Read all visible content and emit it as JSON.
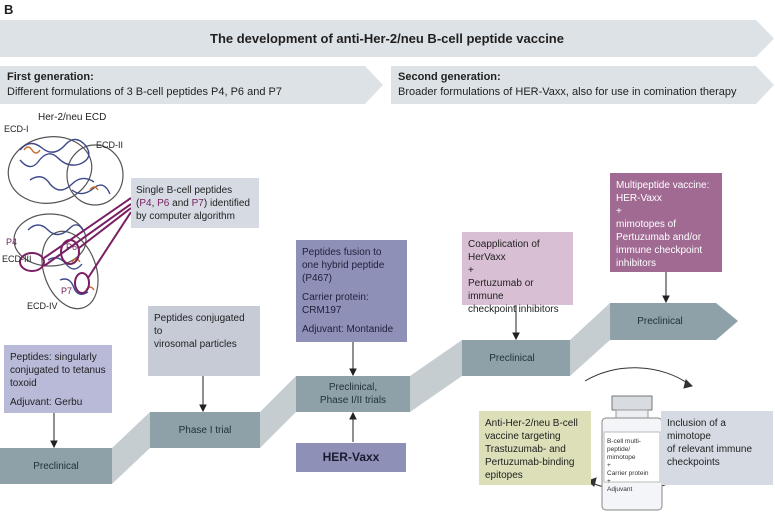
{
  "panel_letter": "B",
  "header": {
    "title": "The development of anti-Her-2/neu B-cell peptide vaccine"
  },
  "generations": {
    "first": {
      "title": "First generation:",
      "text": "Different formulations of 3 B-cell peptides P4, P6 and P7"
    },
    "second": {
      "title": "Second generation:",
      "text": "Broader formulations of HER-Vaxx, also for use in comination therapy"
    }
  },
  "protein": {
    "title": "Her-2/neu ECD",
    "domains": [
      "ECD-I",
      "ECD-II",
      "ECD-III",
      "ECD-IV"
    ],
    "peptides": [
      "P4",
      "P6",
      "P7"
    ]
  },
  "peptide_note": {
    "line1": "Single B-cell peptides",
    "open_paren": "(",
    "p4": "P4",
    "sep1": ", ",
    "p6": "P6",
    "and_text": " and ",
    "p7": "P7",
    "tail": ") identified",
    "line3": "by computer algorithm"
  },
  "boxes": {
    "tetanus": {
      "line1": "Peptides: singularly",
      "line2": "conjugated to tetanus",
      "line3": "toxoid",
      "line4": "Adjuvant: Gerbu"
    },
    "virosomal": {
      "line1": "Peptides conjugated to",
      "line2": "virosomal particles"
    },
    "fusion": {
      "line1": "Peptides fusion to",
      "line2": "one hybrid peptide",
      "line3": "(P467)",
      "line4": "Carrier protein:",
      "line5": "CRM197",
      "line6": "Adjuvant: Montanide"
    },
    "coapplication": {
      "line1": "Coapplication of",
      "line2": "HerVaxx",
      "line3": "+",
      "line4": "Pertuzumab or immune",
      "line5": "checkpoint inhibitors"
    },
    "multipeptide": {
      "line1": "Multipeptide vaccine:",
      "line2": "HER-Vaxx",
      "line3": "+",
      "line4": "mimotopes of",
      "line5": "Pertuzumab and/or",
      "line6": "immune checkpoint",
      "line7": "inhibitors"
    },
    "anti_her2": {
      "line1": "Anti-Her-2/neu B-cell",
      "line2": "vaccine targeting",
      "line3": "Trastuzumab- and",
      "line4": "Pertuzumab-binding",
      "line5": "epitopes"
    },
    "inclusion": {
      "line1": "Inclusion of a mimotope",
      "line2": "of relevant immune",
      "line3": "checkpoints"
    },
    "hervaxx": "HER-Vaxx"
  },
  "flow": {
    "stage1": "Preclinical",
    "stage2": "Phase I trial",
    "stage3_line1": "Preclinical,",
    "stage3_line2": "Phase I/II trials",
    "stage4": "Preclinical",
    "stage5": "Preclinical"
  },
  "vial": {
    "line1": "B-cell multi-",
    "line2": "peptide/",
    "line3": "mimotope",
    "line4": "+",
    "line5": "Carrier protein",
    "line6": "+",
    "line7": "Adjuvant"
  },
  "colors": {
    "flow_band": "#8fa1a8",
    "flow_connector": "#c4ccd0",
    "peptide_highlight": "#7a1f63"
  }
}
